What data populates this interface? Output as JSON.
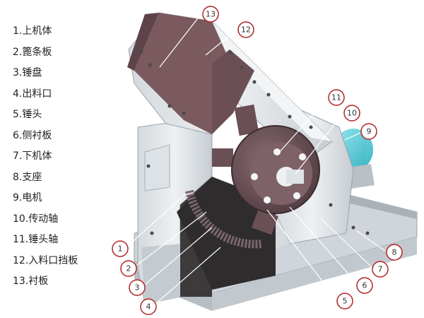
{
  "legend": [
    {
      "num": "1",
      "label": "上机体"
    },
    {
      "num": "2",
      "label": "篦条板"
    },
    {
      "num": "3",
      "label": "锤盘"
    },
    {
      "num": "4",
      "label": "出料口"
    },
    {
      "num": "5",
      "label": "锤头"
    },
    {
      "num": "6",
      "label": "侧衬板"
    },
    {
      "num": "7",
      "label": "下机体"
    },
    {
      "num": "8",
      "label": "支座"
    },
    {
      "num": "9",
      "label": "电机"
    },
    {
      "num": "10",
      "label": "传动轴"
    },
    {
      "num": "11",
      "label": "锤头轴"
    },
    {
      "num": "12",
      "label": "入料口挡板"
    },
    {
      "num": "13",
      "label": "衬板"
    }
  ],
  "callouts": [
    "1",
    "2",
    "3",
    "4",
    "5",
    "6",
    "7",
    "8",
    "9",
    "10",
    "11",
    "12",
    "13"
  ],
  "colors": {
    "machine_body": "#e3e7ea",
    "machine_shade": "#c9cfd4",
    "liner": "#7a5a5e",
    "rotor": "#6a5055",
    "motor": "#5ecad6",
    "callout_ring": "#b02424",
    "callout_line": "#ffffff"
  }
}
